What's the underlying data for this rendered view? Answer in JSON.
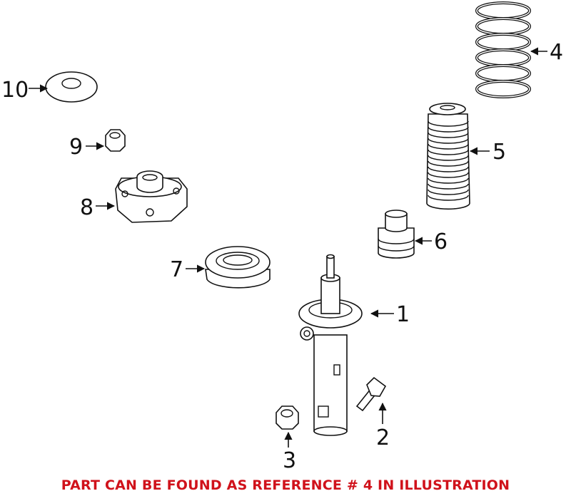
{
  "callouts": {
    "c1": "1",
    "c2": "2",
    "c3": "3",
    "c4": "4",
    "c5": "5",
    "c6": "6",
    "c7": "7",
    "c8": "8",
    "c9": "9",
    "c10": "10"
  },
  "note": "PART CAN BE FOUND AS REFERENCE # 4 IN ILLUSTRATION",
  "colors": {
    "note": "#d0121b",
    "line": "#111111"
  }
}
